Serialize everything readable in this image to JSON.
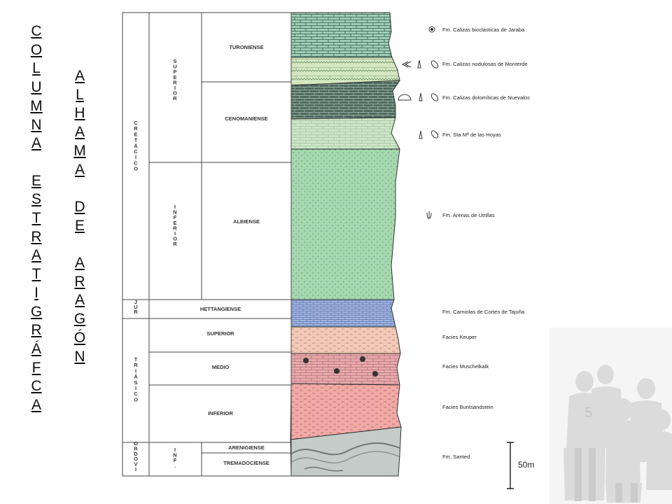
{
  "title_left": "COLUMNA ESTRATIGRÁFCA",
  "title_right": "ALHAMA DE ARAGÓN",
  "eras": {
    "cretacico": "CRETÁCICO",
    "jurasico": "JUR",
    "triasico": "TRIÁSICO",
    "ordovicico": "ORDOVI"
  },
  "subdivisions": {
    "superior": "SUPERIOR",
    "inferior": "INFERIOR",
    "inf": "INF."
  },
  "stages": {
    "turoniense": "TURONIENSE",
    "cenomaniense": "CENOMANIENSE",
    "albiense": "ALBIENSE",
    "hettangiense": "HETTANGIENSE",
    "superior": "SUPERIOR",
    "medio": "MEDIO",
    "inferior": "INFERIOR",
    "arenigiense": "ARENIGIENSE",
    "tremadociense": "TREMADOCIENSE"
  },
  "formations": [
    {
      "id": "jaraba",
      "label": "Fm. Calizas bioclásticas de Jaraba",
      "fossils": [
        "coral-icon"
      ]
    },
    {
      "id": "monterde",
      "label": "Fm. Calizas nodulosas de Monterde",
      "fossils": [
        "ammonite-icon",
        "belemnite-icon",
        "bivalve-icon"
      ]
    },
    {
      "id": "nuevalos",
      "label": "Fm. Calizas dolomíticas de Nuevalos",
      "fossils": [
        "echinoid-icon",
        "belemnite-icon",
        "bivalve-icon"
      ]
    },
    {
      "id": "hoyas",
      "label": "Fm. Sta Mª de las Hoyas",
      "fossils": [
        "belemnite-icon",
        "bivalve-icon"
      ]
    },
    {
      "id": "utrillas",
      "label": "Fm. Arenas de Utrillas",
      "fossils": [
        "plant-icon"
      ]
    },
    {
      "id": "tajuna",
      "label": "Fm. Carniolas de Cortes de Tajuña",
      "fossils": []
    },
    {
      "id": "keuper",
      "label": "Facies Keuper",
      "fossils": []
    },
    {
      "id": "muschelkalk",
      "label": "Facies Muschelkalk",
      "fossils": []
    },
    {
      "id": "buntsandstein",
      "label": "Facies Buntsandstein",
      "fossils": []
    },
    {
      "id": "santed",
      "label": "Fm. Santed",
      "fossils": []
    }
  ],
  "scale_bar": {
    "label": "50m"
  },
  "colors": {
    "limestone_teal": "#9fcdb6",
    "nodular_lightgreen": "#d3e8c0",
    "dolomite_dark": "#4f6a5e",
    "hoyas_green": "#cce6c8",
    "sand_green": "#a6d8b0",
    "carniolas_blue": "#9fb4e0",
    "keuper_pink": "#f2c9b6",
    "muschelkalk_rose": "#e8a9ac",
    "bunt_red": "#f1a9a6",
    "santed_grey": "#c4cbc8"
  }
}
